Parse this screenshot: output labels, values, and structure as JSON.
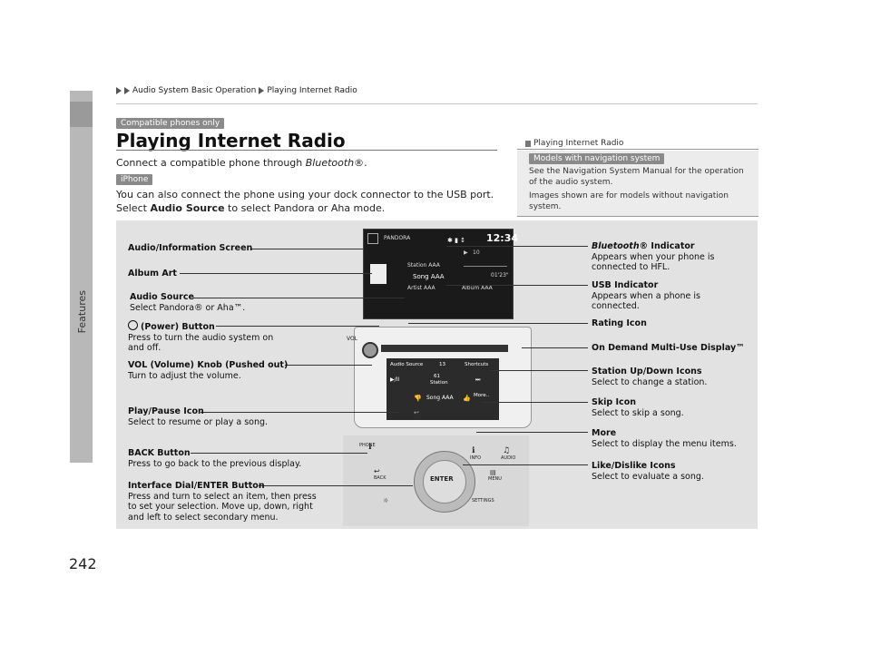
{
  "breadcrumb": {
    "part1": "Audio System Basic Operation",
    "part2": "Playing Internet Radio"
  },
  "badge_compatible": "Compatible phones only",
  "title": "Playing Internet Radio",
  "intro": {
    "text": "Connect a compatible phone through ",
    "italic": "Bluetooth",
    "suffix": "®."
  },
  "badge_iphone": "iPhone",
  "para1": "You can also connect the phone using your dock connector to the USB port.",
  "para2": {
    "prefix": "Select ",
    "bold": "Audio Source",
    "suffix": " to select Pandora or Aha mode."
  },
  "note": {
    "title": "Playing Internet Radio",
    "badge": "Models with navigation system",
    "line1": "See the Navigation System Manual for the operation",
    "line2": "of the audio system.",
    "line3": "Images shown are for models without navigation",
    "line4": "system."
  },
  "side_label": "Features",
  "page_number": "242",
  "screen": {
    "app": "PANDORA",
    "time": "12:34",
    "station": "Station AAA",
    "song": "Song AAA",
    "artist": "Artist AAA",
    "album": "Album AAA",
    "elapsed": "01'23\"",
    "track": "10"
  },
  "dashboard": {
    "audio_source": "Audio Source",
    "shortcuts": "Shortcuts",
    "station_num": "61",
    "station_label": "Station",
    "song": "Song AAA",
    "more": "More..",
    "track": "13"
  },
  "controls": {
    "enter": "ENTER",
    "back": "BACK",
    "menu": "MENU",
    "settings": "SETTINGS",
    "info": "INFO",
    "audio": "AUDIO",
    "phone": "PHONE"
  },
  "callouts_left": {
    "audio_info_screen": "Audio/Information Screen",
    "album_art": "Album Art",
    "audio_source_title": "Audio Source",
    "audio_source_desc": "Select Pandora® or Aha™.",
    "power_title": "(Power) Button",
    "power_desc1": "Press to turn the audio system on",
    "power_desc2": "and off.",
    "vol_title": "VOL (Volume) Knob (Pushed out)",
    "vol_desc": "Turn to adjust the volume.",
    "play_title": "Play/Pause Icon",
    "play_desc": "Select to resume or play a song.",
    "back_title": "BACK Button",
    "back_desc": "Press to go back to the previous display.",
    "dial_title": "Interface Dial/ENTER Button",
    "dial_desc1": "Press and turn to select an item, then press",
    "dial_desc2": "to set your selection. Move up, down, right",
    "dial_desc3": "and left to select secondary menu."
  },
  "callouts_right": {
    "bt_title_italic": "Bluetooth",
    "bt_title_rest": "® Indicator",
    "bt_desc1": "Appears when your phone is",
    "bt_desc2": "connected to HFL.",
    "usb_title": "USB Indicator",
    "usb_desc1": "Appears when a phone is",
    "usb_desc2": "connected.",
    "rating_title": "Rating Icon",
    "odmd_title": "On Demand Multi-Use Display™",
    "station_title": "Station Up/Down Icons",
    "station_desc": "Select to change a station.",
    "skip_title": "Skip Icon",
    "skip_desc": "Select to skip a song.",
    "more_title": "More",
    "more_desc": "Select to display the menu items.",
    "like_title": "Like/Dislike Icons",
    "like_desc": "Select to evaluate a song."
  }
}
